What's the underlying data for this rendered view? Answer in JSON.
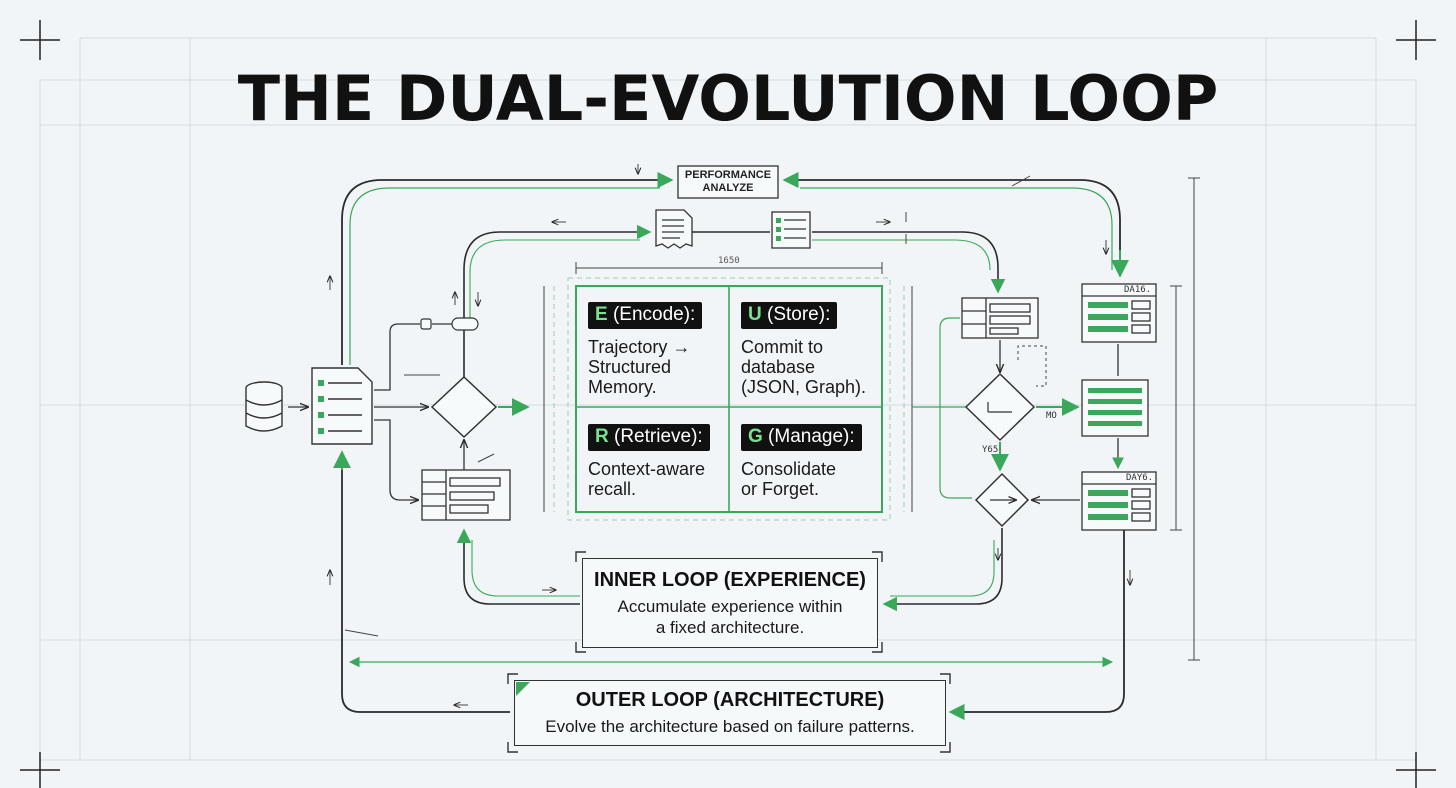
{
  "title": "THE DUAL-EVOLUTION LOOP",
  "performance_box": {
    "line1": "PERFORMANCE",
    "line2": "ANALYZE"
  },
  "dimension_label": "1650",
  "memory_ops": [
    {
      "key": "E",
      "name": " (Encode):",
      "desc": "Trajectory →\nStructured\nMemory."
    },
    {
      "key": "U",
      "name": " (Store):",
      "desc": "Commit to\ndatabase\n(JSON, Graph)."
    },
    {
      "key": "R",
      "name": " (Retrieve):",
      "desc": "Context-aware\nrecall."
    },
    {
      "key": "G",
      "name": " (Manage):",
      "desc": "Consolidate\nor Forget."
    }
  ],
  "inner_loop": {
    "title": "INNER LOOP (EXPERIENCE)",
    "line1": "Accumulate experience within",
    "line2": "a fixed architecture."
  },
  "outer_loop": {
    "title": "OUTER LOOP (ARCHITECTURE)",
    "desc": "Evolve the architecture based on failure patterns."
  },
  "panel_labels": {
    "top": "DA16.",
    "bottom": "DAY6."
  },
  "side_labels": {
    "yes": "Y65",
    "no": "MO"
  },
  "colors": {
    "green": "#3aa85a",
    "line": "#2b2b2b",
    "grid": "#cfd9de"
  }
}
